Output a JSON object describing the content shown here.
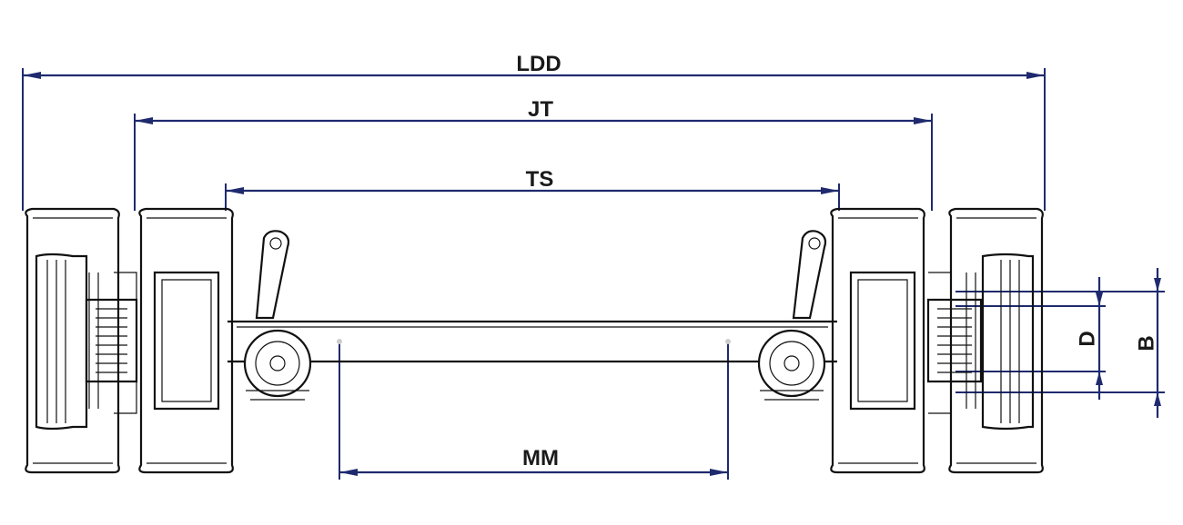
{
  "diagram": {
    "dimensions": {
      "ldd": "LDD",
      "jt": "JT",
      "ts": "TS",
      "mm": "MM",
      "d": "D",
      "b": "B"
    },
    "colors": {
      "dimension_line": "#1f2a6e",
      "outline": "#111111",
      "background": "#ffffff"
    }
  }
}
